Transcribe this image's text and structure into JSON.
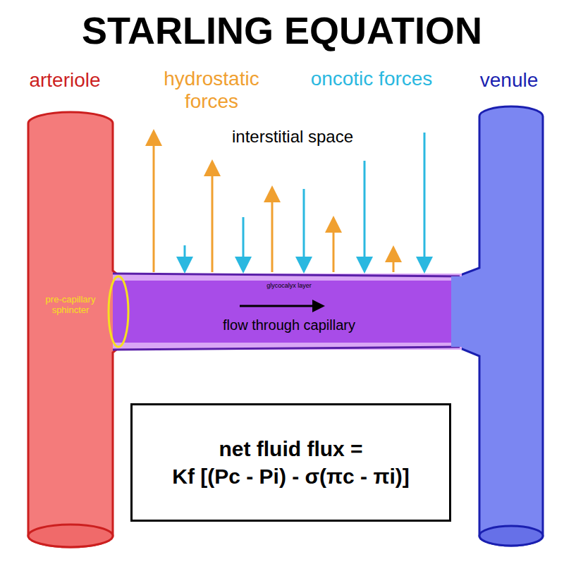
{
  "diagram": {
    "title": "STARLING EQUATION",
    "nodes": [
      {
        "text": [
          "net fluid flux =",
          "Kf [(Pc - Pi) - σ(πc - πi)]"
        ]
      }
    ],
    "labels": [
      "arteriole",
      "hydrostatic forces",
      "oncotic forces",
      "venule",
      "interstitial space",
      "pre-capillary sphincter",
      "glycocalyx layer",
      "flow through capillary"
    ]
  }
}
